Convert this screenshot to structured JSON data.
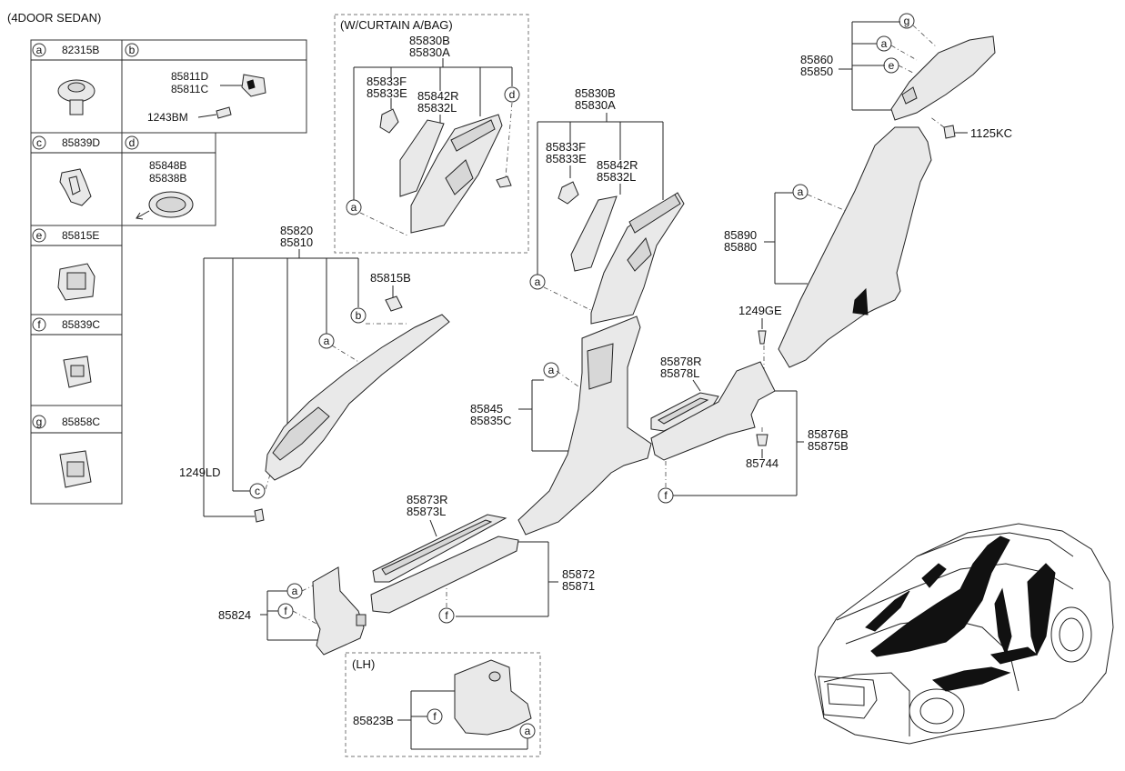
{
  "title": "(4DOOR SEDAN)",
  "curtain_box_title": "(W/CURTAIN A/BAG)",
  "lh_box_title": "(LH)",
  "legend": [
    {
      "letter": "a",
      "code": "82315B"
    },
    {
      "letter": "b",
      "code": "",
      "parts": [
        "85811D",
        "85811C",
        "1243BM"
      ]
    },
    {
      "letter": "c",
      "code": "85839D"
    },
    {
      "letter": "d",
      "code": "",
      "parts": [
        "85848B",
        "85838B"
      ]
    },
    {
      "letter": "e",
      "code": "85815E"
    },
    {
      "letter": "f",
      "code": "85839C"
    },
    {
      "letter": "g",
      "code": "85858C"
    }
  ],
  "labels": {
    "p85830B": "85830B",
    "p85830A": "85830A",
    "p85833F": "85833F",
    "p85833E": "85833E",
    "p85842R": "85842R",
    "p85832L": "85832L",
    "p85820": "85820",
    "p85810": "85810",
    "p85815B": "85815B",
    "p1249LD": "1249LD",
    "p85845": "85845",
    "p85835C": "85835C",
    "p85873R": "85873R",
    "p85873L": "85873L",
    "p85872": "85872",
    "p85871": "85871",
    "p85824": "85824",
    "p85823B": "85823B",
    "p85860": "85860",
    "p85850": "85850",
    "p1125KC": "1125KC",
    "p85890": "85890",
    "p85880": "85880",
    "p1249GE": "1249GE",
    "p85878R": "85878R",
    "p85878L": "85878L",
    "p85876B": "85876B",
    "p85875B": "85875B",
    "p85744": "85744"
  }
}
